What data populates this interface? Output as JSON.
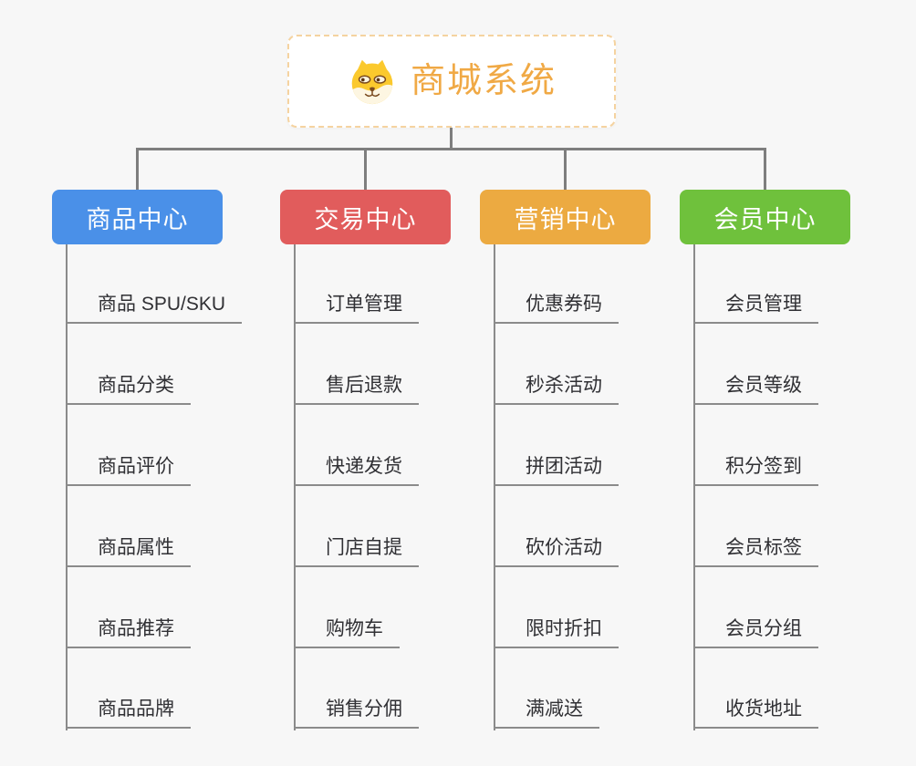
{
  "app": {
    "background_color": "#f7f7f7",
    "connector_color": "#7e7e7e",
    "underline_color": "#8b8b8b"
  },
  "root": {
    "title": "商城系统",
    "icon": "shiba-dog-icon",
    "text_color": "#f0a945",
    "border_color": "#f5d3a0"
  },
  "branches": [
    {
      "label": "商品中心",
      "color": "#4a90e8",
      "items": [
        "商品 SPU/SKU",
        "商品分类",
        "商品评价",
        "商品属性",
        "商品推荐",
        "商品品牌"
      ]
    },
    {
      "label": "交易中心",
      "color": "#e15c5c",
      "items": [
        "订单管理",
        "售后退款",
        "快递发货",
        "门店自提",
        "购物车",
        "销售分佣"
      ]
    },
    {
      "label": "营销中心",
      "color": "#ecaa41",
      "items": [
        "优惠券码",
        "秒杀活动",
        "拼团活动",
        "砍价活动",
        "限时折扣",
        "满减送"
      ]
    },
    {
      "label": "会员中心",
      "color": "#6fc13c",
      "items": [
        "会员管理",
        "会员等级",
        "积分签到",
        "会员标签",
        "会员分组",
        "收货地址"
      ]
    }
  ]
}
